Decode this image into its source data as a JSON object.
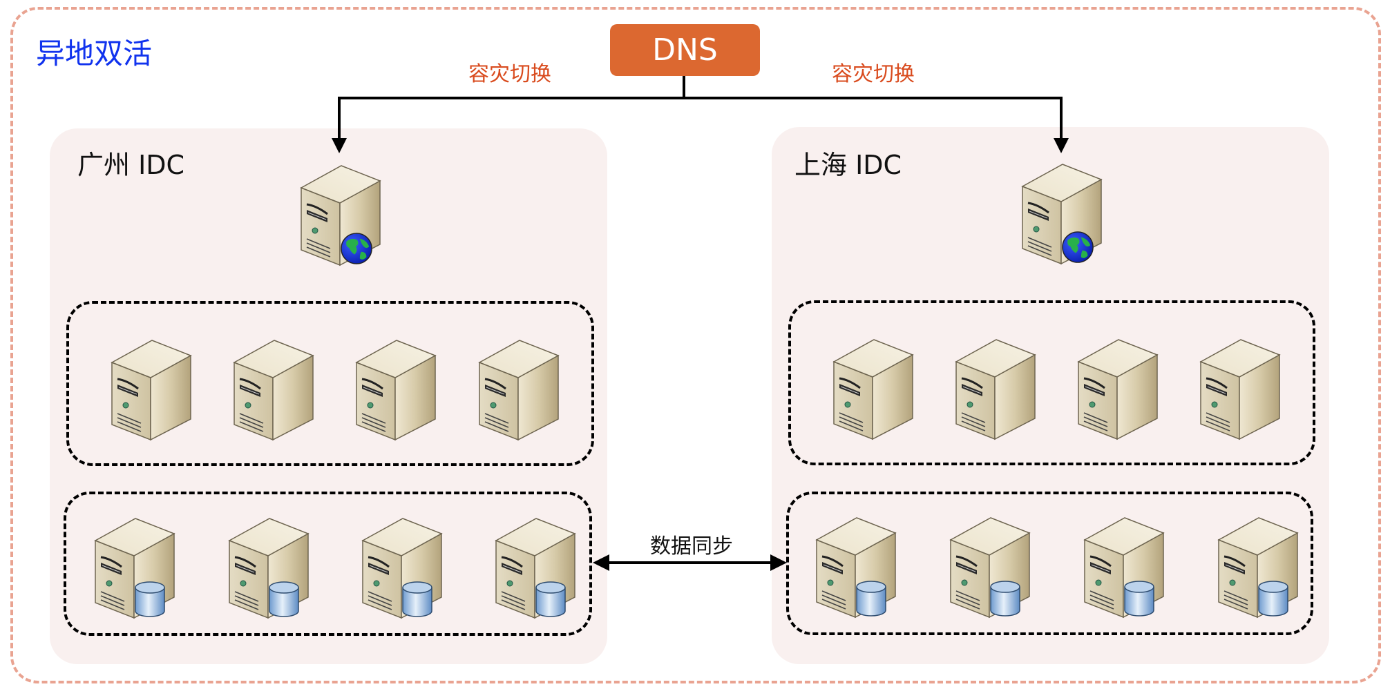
{
  "title": "异地双活",
  "dns": {
    "label": "DNS",
    "color": "#dc6830"
  },
  "failover_labels": [
    "容灾切换",
    "容灾切换"
  ],
  "sync_label": "数据同步",
  "datacenters": [
    {
      "name": "广州 IDC",
      "web_server": {
        "icon": "web-server-icon"
      },
      "app_servers": [
        {
          "icon": "server-icon"
        },
        {
          "icon": "server-icon"
        },
        {
          "icon": "server-icon"
        },
        {
          "icon": "server-icon"
        }
      ],
      "db_servers": [
        {
          "icon": "database-server-icon"
        },
        {
          "icon": "database-server-icon"
        },
        {
          "icon": "database-server-icon"
        },
        {
          "icon": "database-server-icon"
        }
      ]
    },
    {
      "name": "上海 IDC",
      "web_server": {
        "icon": "web-server-icon"
      },
      "app_servers": [
        {
          "icon": "server-icon"
        },
        {
          "icon": "server-icon"
        },
        {
          "icon": "server-icon"
        },
        {
          "icon": "server-icon"
        }
      ],
      "db_servers": [
        {
          "icon": "database-server-icon"
        },
        {
          "icon": "database-server-icon"
        },
        {
          "icon": "database-server-icon"
        },
        {
          "icon": "database-server-icon"
        }
      ]
    }
  ],
  "colors": {
    "outer_border": "#e9a391",
    "title": "#1133ee",
    "failover_text": "#d94b1e",
    "panel_bg": "#f9f0ef"
  }
}
